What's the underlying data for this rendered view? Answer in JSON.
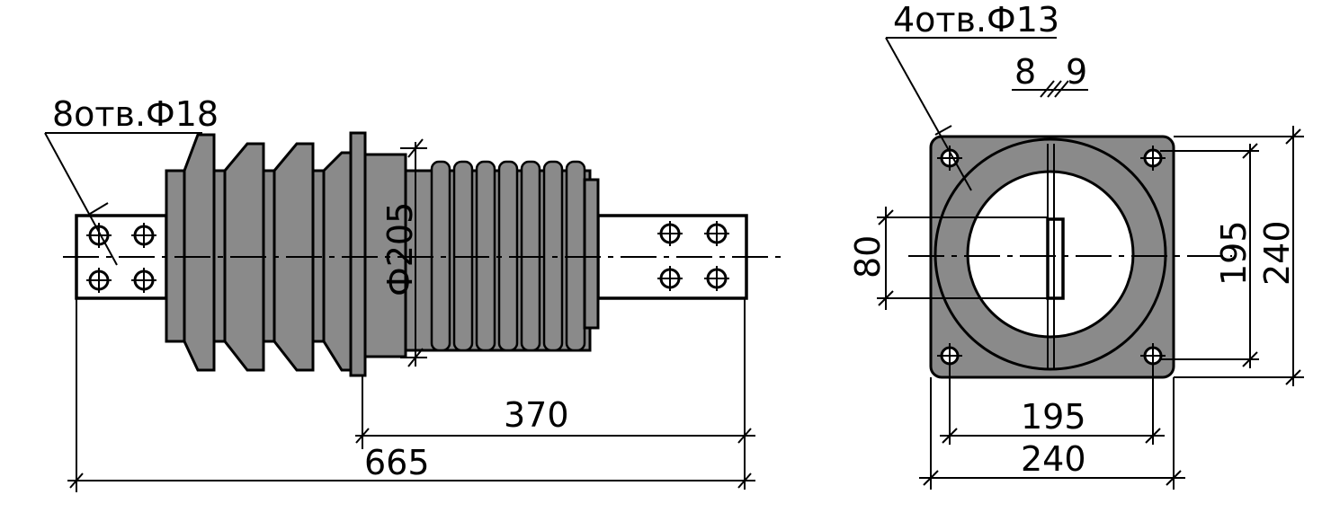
{
  "side_view": {
    "holes_callout": "8отв.Ф18",
    "diameter": "Ф205",
    "dim_length_right": "370",
    "dim_length_total": "665"
  },
  "end_view": {
    "holes_callout": "4отв.Ф13",
    "slot_dim_a": "8",
    "slot_dim_b": "9",
    "dim_height_80": "80",
    "dim_hole_pitch_vertical": "195",
    "dim_flange_vertical": "240",
    "dim_hole_pitch_horizontal": "195",
    "dim_flange_horizontal": "240"
  }
}
